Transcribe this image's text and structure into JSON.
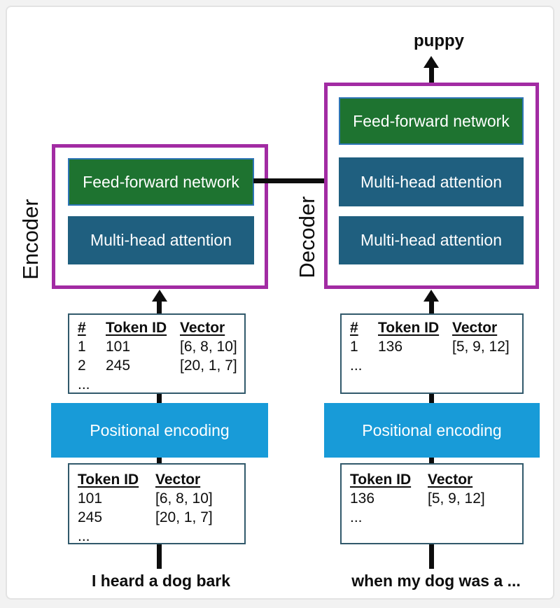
{
  "colors": {
    "outline_purple": "#a22ba3",
    "ffn_green": "#1e7330",
    "ffn_border_blue": "#2e75b6",
    "attention_blue": "#1f5f7f",
    "positional_blue": "#189bd8",
    "table_border": "#31596b",
    "arrow_black": "#0d0d0d"
  },
  "encoder": {
    "label": "Encoder",
    "layers": {
      "ffn": "Feed-forward network",
      "mha": "Multi-head attention"
    },
    "embedding_table": {
      "headers": [
        "#",
        "Token ID",
        "Vector"
      ],
      "rows": [
        [
          "1",
          "101",
          "[6, 8, 10]"
        ],
        [
          "2",
          "245",
          "[20, 1, 7]"
        ]
      ],
      "ellipsis": "..."
    },
    "positional_encoding_label": "Positional encoding",
    "token_table": {
      "headers": [
        "Token ID",
        "Vector"
      ],
      "rows": [
        [
          "101",
          "[6, 8, 10]"
        ],
        [
          "245",
          "[20, 1, 7]"
        ]
      ],
      "ellipsis": "..."
    },
    "input_text": "I heard a dog bark"
  },
  "decoder": {
    "label": "Decoder",
    "output_text": "puppy",
    "layers": {
      "ffn": "Feed-forward network",
      "mha1": "Multi-head attention",
      "mha2": "Multi-head attention"
    },
    "embedding_table": {
      "headers": [
        "#",
        "Token ID",
        "Vector"
      ],
      "rows": [
        [
          "1",
          "136",
          "[5, 9, 12]"
        ]
      ],
      "ellipsis": "..."
    },
    "positional_encoding_label": "Positional encoding",
    "token_table": {
      "headers": [
        "Token ID",
        "Vector"
      ],
      "rows": [
        [
          "136",
          "[5, 9, 12]"
        ]
      ],
      "ellipsis": "..."
    },
    "input_text": "when my dog was a ..."
  }
}
